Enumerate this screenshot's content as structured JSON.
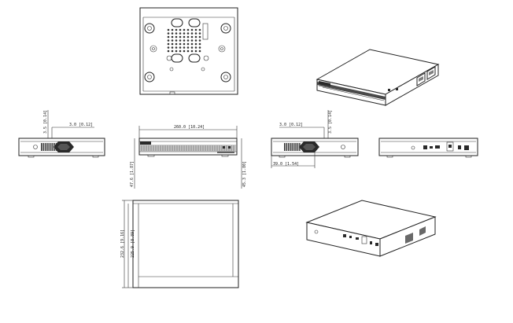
{
  "views": {
    "bottom": {
      "name": "bottom-view"
    },
    "iso_front": {
      "name": "isometric-front-view"
    },
    "left_side": {
      "name": "left-side-view",
      "dim_offset": "3.0 [0.12]",
      "dim_height_small": "3.5 [0.14]"
    },
    "front": {
      "name": "front-view",
      "dim_width": "260.0 [10.24]",
      "dim_height_left": "47.6 [1.87]",
      "dim_height_right": "45.3 [1.80]"
    },
    "right_side": {
      "name": "right-side-view",
      "dim_offset": "3.0 [0.12]",
      "dim_height_small": "3.5 [0.14]",
      "dim_depth": "39.0 [1.54]"
    },
    "rear": {
      "name": "rear-view"
    },
    "top": {
      "name": "top-view",
      "dim_outer": "232.6 [9.16]",
      "dim_inner": "225.9 [8.89]"
    },
    "iso_rear": {
      "name": "isometric-rear-view"
    }
  }
}
